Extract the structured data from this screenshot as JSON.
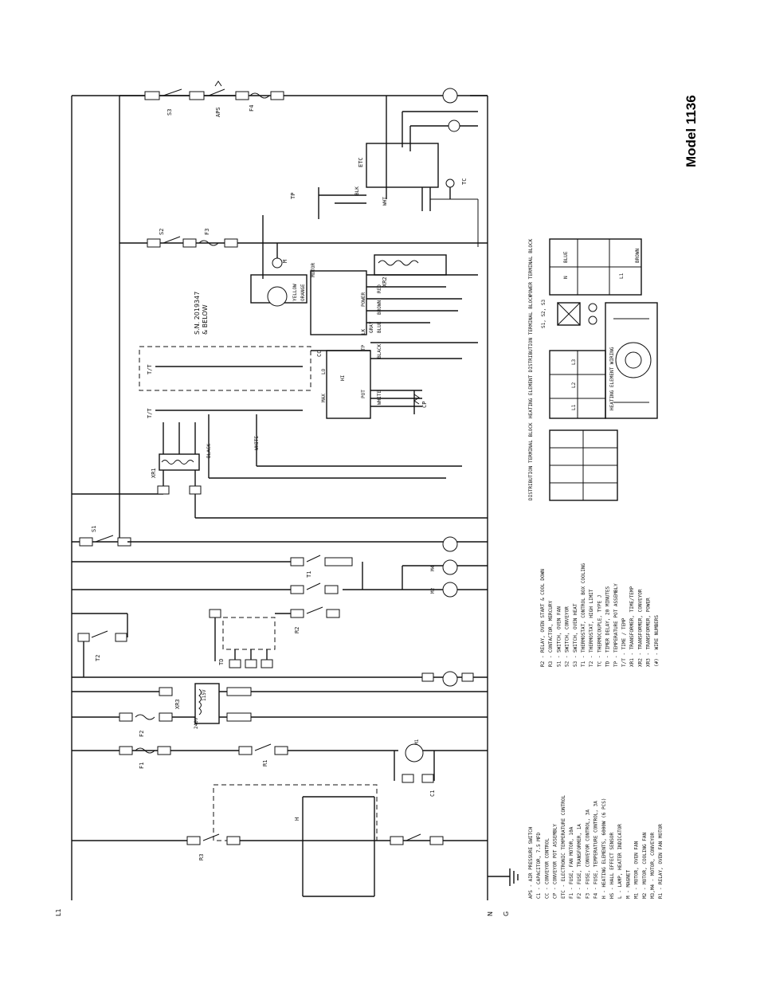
{
  "title": "Model 1136",
  "serial_note": [
    "S.N. 2019347",
    "& BELOW"
  ],
  "rails": [
    "L1",
    "N",
    "G"
  ],
  "component_labels": {
    "s3": "S3",
    "aps": "APS",
    "f4": "F4",
    "s2": "S2",
    "f3": "F3",
    "tp": "TP",
    "etc": "ETC",
    "tc": "TC",
    "m": "M",
    "hs": "HS",
    "xr2": "XR2",
    "tt": "T/T",
    "cc": "CC",
    "xr1": "XR1",
    "s1": "S1",
    "t1": "T1",
    "t2": "T2",
    "td": "TD",
    "r2": "R2",
    "r3": "R3",
    "m1": "M1",
    "m2": "M2",
    "m4": "M4",
    "xr3": "XR3",
    "f2": "F2",
    "f1": "F1",
    "r1": "R1",
    "c1": "C1",
    "h": "H",
    "cp": "CP",
    "l": "L"
  },
  "wire_colors": [
    "BLACK",
    "WHITE",
    "RED",
    "BROWN",
    "ORANGE",
    "YELLOW",
    "BLUE",
    "GRAY",
    "BLK",
    "WHT"
  ],
  "motor_terminals": [
    "POWER",
    "LK",
    "TP",
    "MOTOR",
    "MAX",
    "POT",
    "LO",
    "HI"
  ],
  "transformer_taps": [
    "240V",
    "115V",
    "24V"
  ],
  "legend_left": [
    "APS - AIR PRESSURE SWITCH",
    "C1  - CAPACITOR, 7.5 MFD",
    "CC  - CONVEYOR CONTROL",
    "CP  - CONVEYOR POT ASSEMBLY",
    "ETC - ELECTRONIC TEMPERATURE CONTROL",
    "F1  - FUSE, FAN MOTOR, 10A",
    "F2  - FUSE, TRANSFORMER, 1A",
    "F3  - FUSE, CONVEYOR CONTROL, 3A",
    "F4  - FUSE, TEMPERATURE CONTROL, 3A",
    "H   - HEATING ELEMENTS, 6000W (6 PCS)",
    "HS  - HALL EFFECT SENSOR",
    "L   - LAMP, HEATER INDICATOR",
    "M   - MAGNET",
    "M1  - MOTOR, OVEN FAN",
    "M2  - MOTOR, COOLING FAN",
    "M3,M4 - MOTOR, CONVEYOR",
    "R1  - RELAY, OVEN FAN MOTOR"
  ],
  "legend_right": [
    "R2  - RELAY, OVEN START & COOL DOWN",
    "R3  - CONTACTOR, MERCURY",
    "S1  - SWITCH, OVEN FAN",
    "S2  - SWITCH, CONVEYOR",
    "S3  - SWITCH, OVEN HEAT",
    "T1  - THERMOSTAT, CONTROL BOX COOLING",
    "T2  - THERMOSTAT, HIGH LIMIT",
    "TC  - THERMOCOUPLE, TYPE J",
    "TD  - TIMER DELAY, 20 MINUTES",
    "TP  - TEMPERATURE POT ASSEMBLY",
    "T/T - TIME / TEMP",
    "XR1 - TRANSFORMER, TIME/TEMP",
    "XR2 - TRANSFORMER, CONVEYOR",
    "XR3 - TRANSFORMER, POWER",
    "(#) - WIRE NUMBERS"
  ],
  "detail_titles": {
    "distribution_block": "DISTRIBUTION TERMINAL BLOCK",
    "heating_block": "HEATING ELEMENT DISTRIBUTION TERMINAL BLOCK",
    "switch_detail": "S1, S2, S3",
    "heating_wiring": "HEATING ELEMENT WIRING",
    "power_block": "POWER TERMINAL BLOCK"
  },
  "power_block_labels": [
    "BLUE",
    "N",
    "L1",
    "BROWN"
  ],
  "heating_block_labels": [
    "L1",
    "L2",
    "L3"
  ]
}
